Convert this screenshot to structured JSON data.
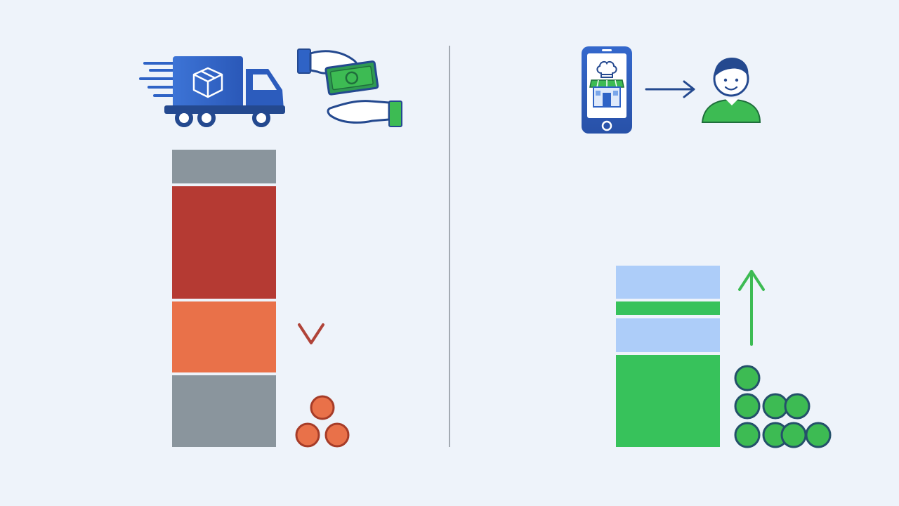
{
  "palette": {
    "background": "#eef3fa",
    "divider": "#a3aab2",
    "gray_segment": "#8a959d",
    "red_segment": "#b53a33",
    "orange_segment": "#e97149",
    "light_blue_segment": "#adcdf9",
    "green_segment": "#37c25b",
    "icon_blue": "#2f63c6",
    "icon_navy": "#24498f",
    "icon_green": "#3dbb53",
    "coin_orange": "#e97149",
    "coin_outline_orange": "#a63c28",
    "coin_green": "#3dbb53",
    "coin_outline_green": "#24506a",
    "down_arrow_top": "#888e94",
    "down_arrow_bottom": "#b04338",
    "up_arrow": "#3dbb53"
  },
  "left_panel": {
    "icons": [
      "delivery-truck-icon",
      "cash-handover-icon"
    ],
    "stack": [
      {
        "segment": "top-gray",
        "color": "#8a959d",
        "share": 0.12
      },
      {
        "segment": "red",
        "color": "#b53a33",
        "share": 0.39
      },
      {
        "segment": "orange",
        "color": "#e97149",
        "share": 0.24
      },
      {
        "segment": "bottom-gray",
        "color": "#8a959d",
        "share": 0.25
      }
    ],
    "trend": "down",
    "coins": 3
  },
  "right_panel": {
    "icons": [
      "smartphone-shop-icon",
      "arrow-right-icon",
      "person-icon"
    ],
    "stack": [
      {
        "segment": "light-blue-top",
        "color": "#adcdf9",
        "share": 0.18
      },
      {
        "segment": "green-stripe",
        "color": "#37c25b",
        "share": 0.07
      },
      {
        "segment": "light-blue-mid",
        "color": "#adcdf9",
        "share": 0.19
      },
      {
        "segment": "green-base",
        "color": "#37c25b",
        "share": 0.56
      }
    ],
    "trend": "up",
    "coins": 8
  }
}
